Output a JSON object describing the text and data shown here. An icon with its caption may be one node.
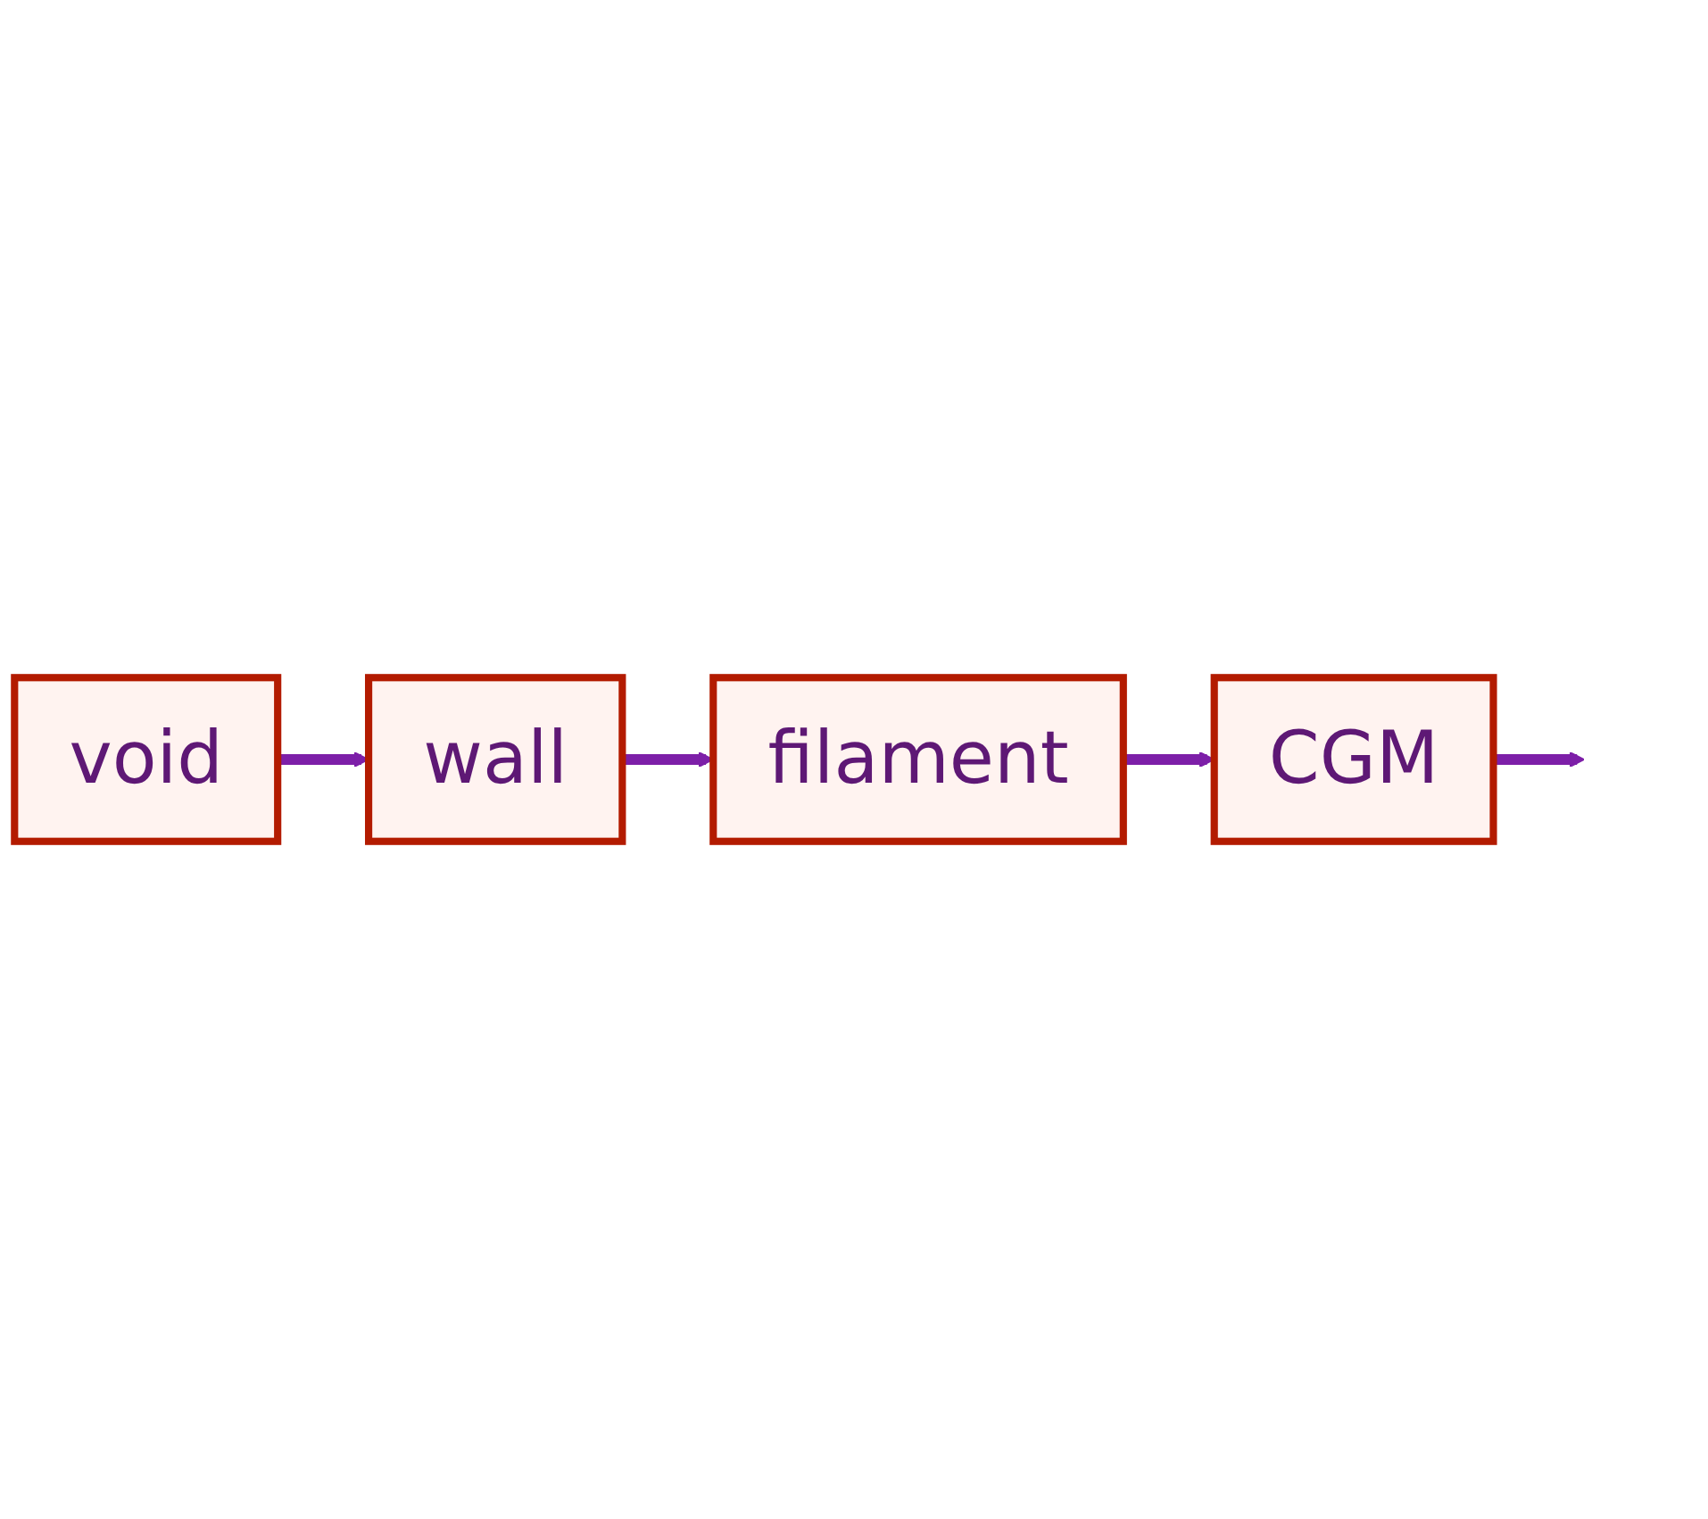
{
  "diagram": {
    "nodes": [
      {
        "text": [
          "filament"
        ]
      },
      {
        "text": [
          "wall"
        ]
      },
      {
        "text": [
          "CGM"
        ]
      },
      {
        "text": [
          "void"
        ]
      }
    ],
    "edges": [
      {
        "from": 3,
        "to": 1,
        "arrow": "to"
      },
      {
        "from": 1,
        "to": 0,
        "arrow": "to"
      },
      {
        "from": 0,
        "to": 2,
        "arrow": "to"
      },
      {
        "from": 2,
        "to": null,
        "arrow": "to"
      }
    ]
  }
}
